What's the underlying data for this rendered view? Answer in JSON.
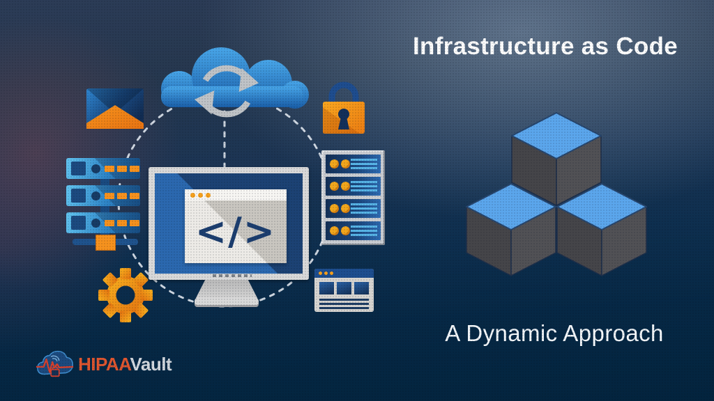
{
  "slide": {
    "title": "Infrastructure as Code",
    "subtitle": "A Dynamic Approach"
  },
  "logo": {
    "brand_primary": "HIPAA",
    "brand_secondary": "Vault"
  },
  "illustration": {
    "code_symbol": "</>",
    "icons": [
      {
        "name": "cloud-icon",
        "meaning": "cloud platform"
      },
      {
        "name": "sync-arrows-icon",
        "meaning": "synchronization"
      },
      {
        "name": "email-icon",
        "meaning": "email envelope"
      },
      {
        "name": "padlock-icon",
        "meaning": "security"
      },
      {
        "name": "server-stack-icon",
        "meaning": "servers"
      },
      {
        "name": "server-rack-icon",
        "meaning": "server rack"
      },
      {
        "name": "gear-icon",
        "meaning": "configuration"
      },
      {
        "name": "browser-window-icon",
        "meaning": "web application"
      },
      {
        "name": "code-monitor-icon",
        "meaning": "monitor displaying code"
      },
      {
        "name": "cubes-icon",
        "meaning": "stacked infrastructure blocks"
      }
    ],
    "colors": {
      "accent_orange": "#f6921e",
      "navy": "#16355e",
      "blue": "#2a6db5",
      "light_blue": "#4fb3e8",
      "cube_top_blue": "#5ba6ec",
      "cube_side_gray": "#48484c",
      "background_bottom": "#03243e",
      "title_text": "#ffffff",
      "logo_orange": "#e0562f"
    }
  }
}
